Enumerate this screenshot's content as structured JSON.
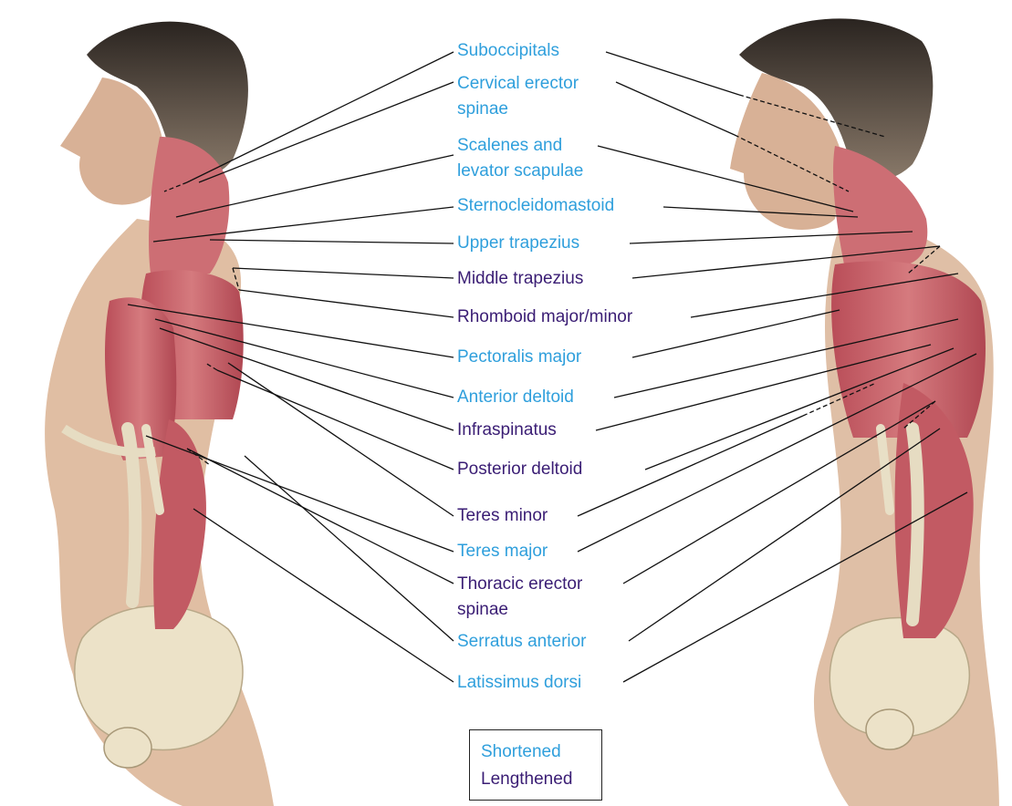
{
  "colors": {
    "shortened": "#2f9fdc",
    "lengthened": "#3a1d74",
    "muscle": "#c9646a",
    "skin": "#d9b59a",
    "bone": "#ece2c8"
  },
  "labels": {
    "suboccipitals": "Suboccipitals",
    "cervical_erector_1": "Cervical erector",
    "cervical_erector_2": "spinae",
    "scalenes_1": "Scalenes and",
    "scalenes_2": "levator scapulae",
    "sternocleidomastoid": "Sternocleidomastoid",
    "upper_trapezius": "Upper trapezius",
    "middle_trapezius": "Middle trapezius",
    "rhomboid": "Rhomboid major/minor",
    "pectoralis_major": "Pectoralis major",
    "anterior_deltoid": "Anterior deltoid",
    "infraspinatus": "Infraspinatus",
    "posterior_deltoid": "Posterior deltoid",
    "teres_minor": "Teres minor",
    "teres_major": "Teres major",
    "thoracic_erector_1": "Thoracic erector",
    "thoracic_erector_2": "spinae",
    "serratus_anterior": "Serratus anterior",
    "latissimus_dorsi": "Latissimus dorsi"
  },
  "legend": {
    "shortened": "Shortened",
    "lengthened": "Lengthened"
  }
}
